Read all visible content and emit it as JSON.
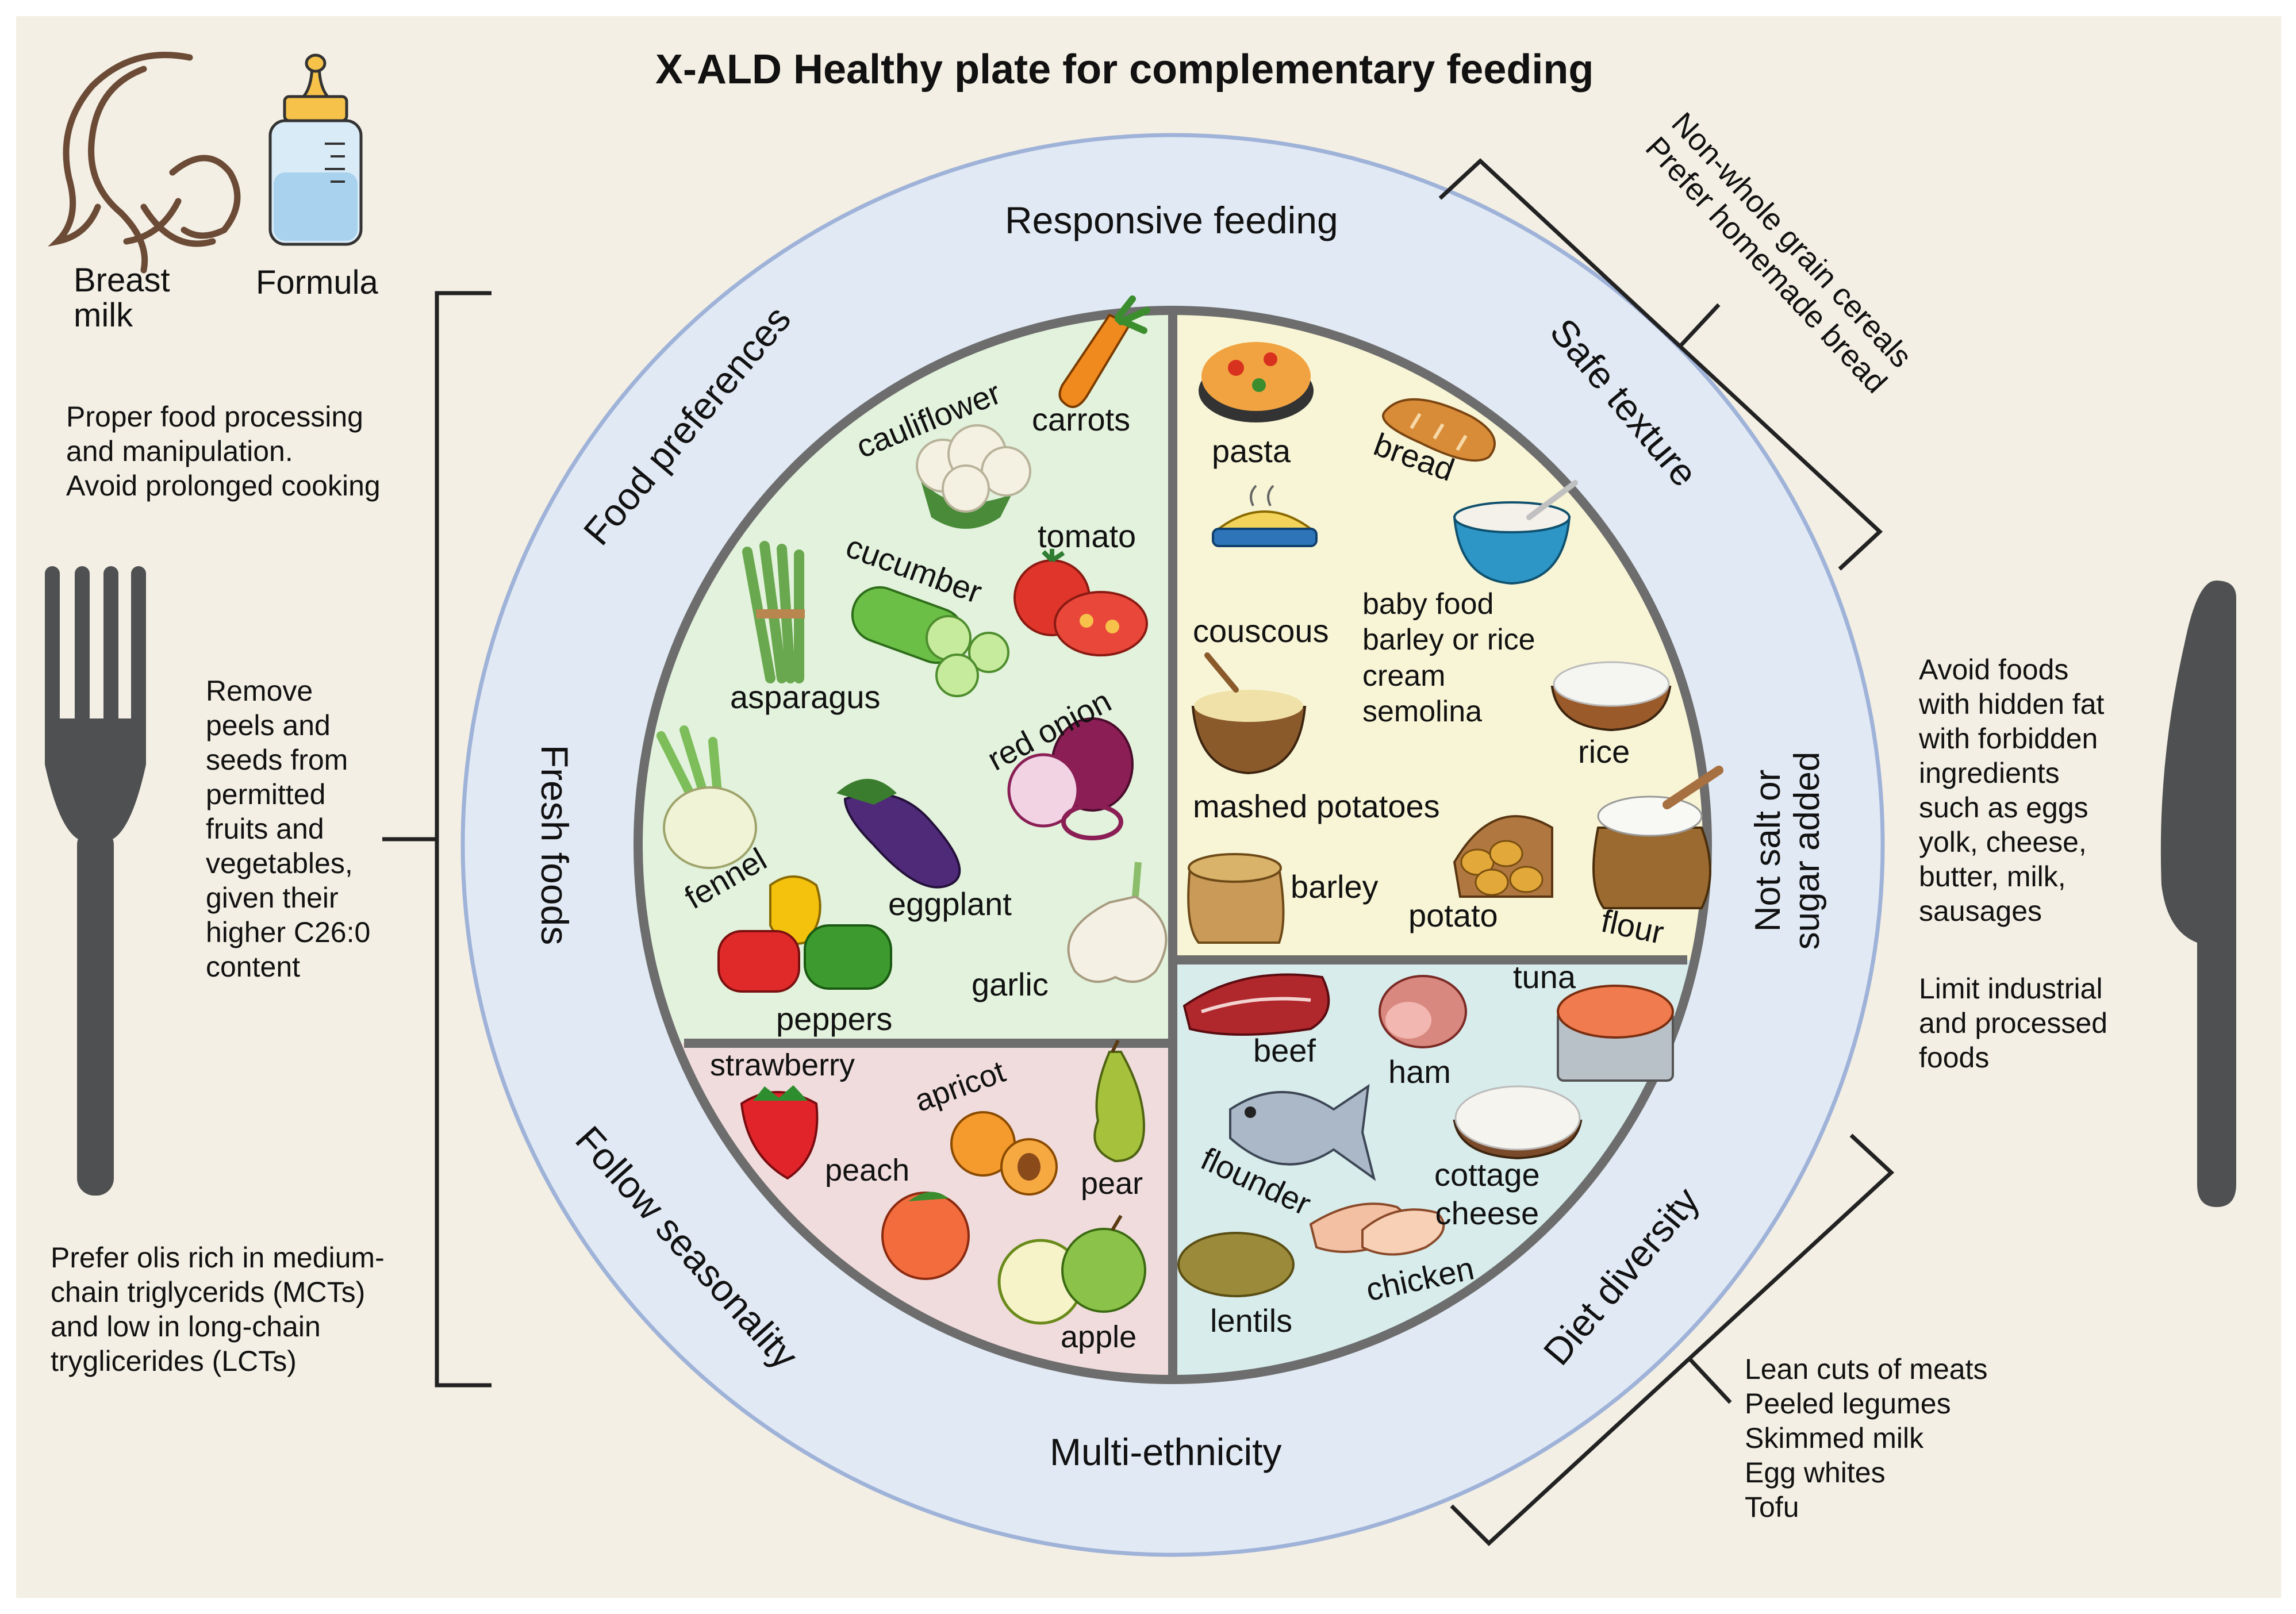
{
  "title": "X-ALD Healthy plate for complementary feeding",
  "colors": {
    "background": "#f3efe4",
    "plate_ring": "#e1e9f4",
    "plate_border": "#9fb2d8",
    "inner_divider": "#6d6d6d",
    "vegetables": "#e2f2dc",
    "cereals": "#f8f5d6",
    "fruits": "#f0dcdc",
    "proteins": "#d8ecec",
    "cutlery": "#4f5052",
    "bracket": "#222222"
  },
  "left_panel": {
    "breast_milk": "Breast\nmilk",
    "formula": "Formula",
    "note_processing": "Proper food processing\nand manipulation.\nAvoid prolonged cooking",
    "note_peels": "Remove\npeels and\nseeds  from\npermitted\nfruits and\nvegetables,\ngiven their\nhigher C26:0\ncontent",
    "note_oils": "Prefer olis rich in medium-\nchain triglycerids (MCTs)\nand low in long-chain\ntryglicerides (LCTs)"
  },
  "ring_labels": {
    "responsive_feeding": "Responsive feeding",
    "safe_texture": "Safe texture",
    "not_salt": "Not salt or\nsugar added",
    "diet_diversity": "Diet diversity",
    "multi_ethnicity": "Multi-ethnicity",
    "follow_seasonality": "Follow seasonality",
    "fresh_foods": "Fresh foods",
    "food_preferences": "Food preferences"
  },
  "right_panel": {
    "cereals_note": "Non-whole grain cereals\nPrefer homemade bread",
    "avoid_note": "Avoid foods\nwith hidden fat\nwith forbidden\ningredients\nsuch as eggs\nyolk, cheese,\nbutter, milk,\nsausages",
    "limit_note": "Limit industrial\nand processed\nfoods",
    "lean_note": "Lean cuts of meats\nPeeled legumes\nSkimmed milk\nEgg whites\nTofu"
  },
  "vegetables": {
    "cauliflower": "cauliflower",
    "carrots": "carrots",
    "cucumber": "cucumber",
    "tomato": "tomato",
    "asparagus": "asparagus",
    "red_onion": "red onion",
    "fennel": "fennel",
    "eggplant": "eggplant",
    "garlic": "garlic",
    "peppers": "peppers"
  },
  "cereals": {
    "pasta": "pasta",
    "bread": "bread",
    "couscous": "couscous",
    "baby_food": "baby food\nbarley or rice\ncream\nsemolina",
    "rice": "rice",
    "mashed_potatoes": "mashed potatoes",
    "barley": "barley",
    "potato": "potato",
    "flour": "flour"
  },
  "fruits": {
    "strawberry": "strawberry",
    "apricot": "apricot",
    "peach": "peach",
    "pear": "pear",
    "apple": "apple"
  },
  "proteins": {
    "beef": "beef",
    "ham": "ham",
    "tuna": "tuna",
    "flounder": "flounder",
    "cottage_cheese": "cottage\ncheese",
    "lentils": "lentils",
    "chicken": "chicken"
  }
}
